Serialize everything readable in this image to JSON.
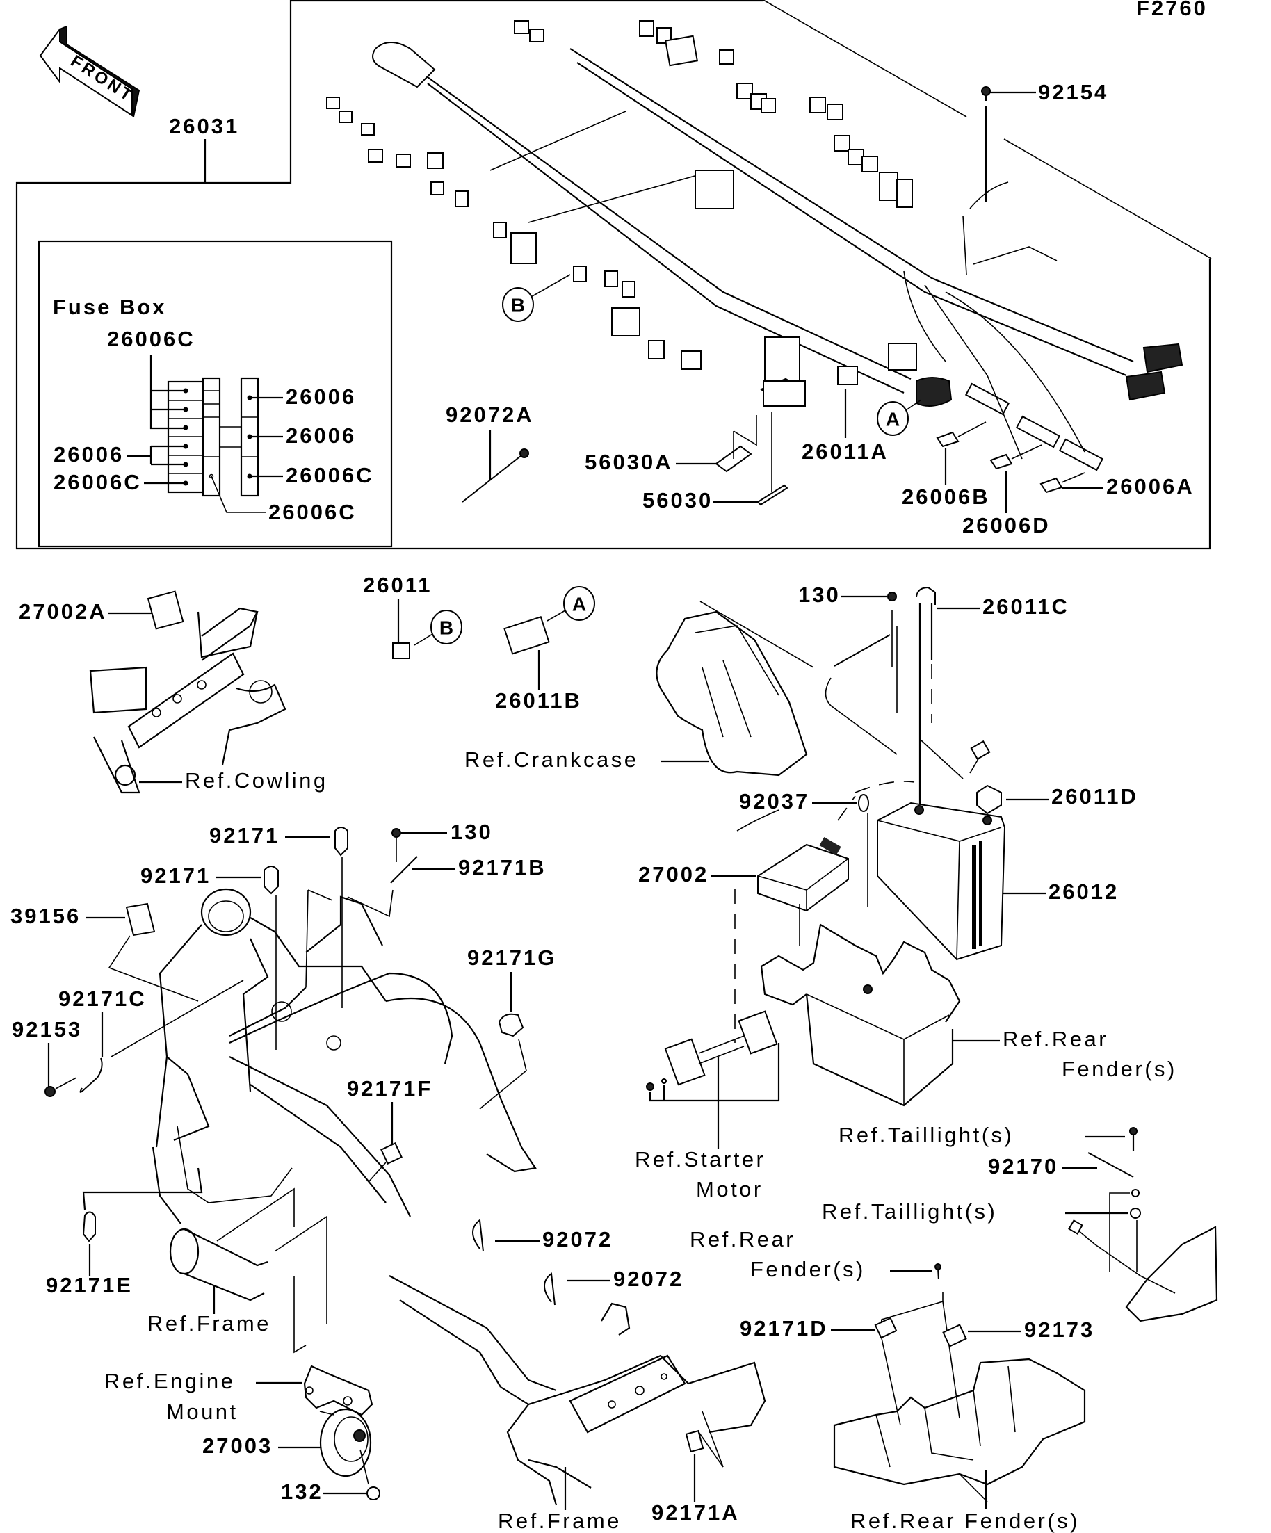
{
  "figure_code": "F2760",
  "front_arrow_label": "FRONT",
  "inset_title": "Fuse Box",
  "callout_letters": {
    "a": "A",
    "b": "B"
  },
  "labels": {
    "harness": "26031",
    "bolt_harness": "92154",
    "fuse_top": "26006C",
    "fuse_right_1": "26006",
    "fuse_right_2": "26006",
    "fuse_right_3": "26006C",
    "fuse_bottom": "26006C",
    "fuse_left_1": "26006",
    "fuse_left_2": "26006C",
    "clamp_92072a": "92072A",
    "cover_56030a": "56030A",
    "cover_56030": "56030",
    "relay_26011a": "26011A",
    "fuse_26006b": "26006B",
    "fuse_26006d": "26006D",
    "fuse_26006a": "26006A",
    "relay_27002a": "27002A",
    "relay_26011": "26011",
    "relay_26011b": "26011B",
    "ref_cowling": "Ref.Cowling",
    "ref_crankcase": "Ref.Crankcase",
    "bolt_130_top": "130",
    "cable_26011c": "26011C",
    "clamp_92037": "92037",
    "cable_26011d": "26011D",
    "ecu_27002": "27002",
    "battery_26012": "26012",
    "clamp_92171_a": "92171",
    "clamp_92171_b": "92171",
    "bolt_130_mid": "130",
    "clamp_92171b": "92171B",
    "label_39156": "39156",
    "clamp_92171c": "92171C",
    "screw_92153": "92153",
    "clamp_92171g": "92171G",
    "clamp_92171f": "92171F",
    "ref_rear_fender_right_1": "Ref.Rear",
    "ref_rear_fender_right_2": "Fender(s)",
    "ref_starter_1": "Ref.Starter",
    "ref_starter_2": "Motor",
    "ref_taillight_1": "Ref.Taillight(s)",
    "band_92170": "92170",
    "ref_taillight_2": "Ref.Taillight(s)",
    "clamp_92171e": "92171E",
    "ref_frame_left": "Ref.Frame",
    "ref_engine_1": "Ref.Engine",
    "ref_engine_2": "Mount",
    "horn_27003": "27003",
    "nut_132": "132",
    "clamp_92072_1": "92072",
    "clamp_92072_2": "92072",
    "ref_rear_fender_mid_1": "Ref.Rear",
    "ref_rear_fender_mid_2": "Fender(s)",
    "clamp_92171d": "92171D",
    "clamp_92173": "92173",
    "ref_frame_bottom": "Ref.Frame",
    "clamp_92171a": "92171A",
    "ref_rear_fender_bottom": "Ref.Rear Fender(s)"
  }
}
